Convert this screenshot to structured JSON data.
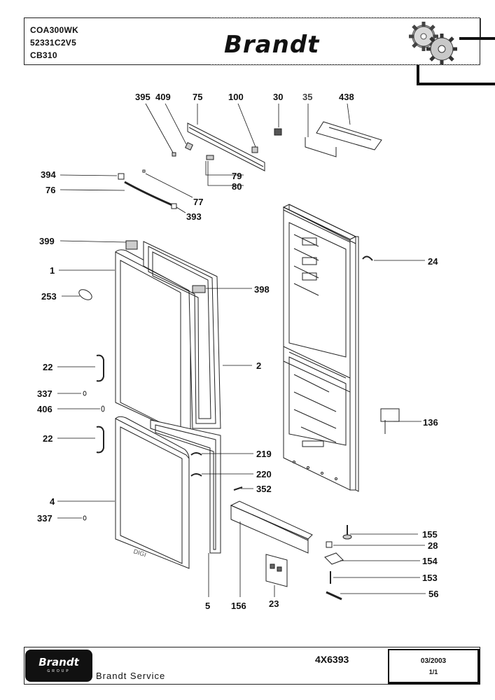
{
  "header": {
    "model_lines": [
      "COA300WK",
      "52331C2V5",
      "CB310"
    ],
    "brand": "Brandt"
  },
  "callouts": [
    {
      "id": "c395",
      "label": "395"
    },
    {
      "id": "c409",
      "label": "409"
    },
    {
      "id": "c75",
      "label": "75"
    },
    {
      "id": "c100",
      "label": "100"
    },
    {
      "id": "c30",
      "label": "30"
    },
    {
      "id": "c35",
      "label": "35"
    },
    {
      "id": "c438",
      "label": "438"
    },
    {
      "id": "c394",
      "label": "394"
    },
    {
      "id": "c79",
      "label": "79"
    },
    {
      "id": "c80",
      "label": "80"
    },
    {
      "id": "c76",
      "label": "76"
    },
    {
      "id": "c77",
      "label": "77"
    },
    {
      "id": "c393",
      "label": "393"
    },
    {
      "id": "c399",
      "label": "399"
    },
    {
      "id": "c24",
      "label": "24"
    },
    {
      "id": "c1",
      "label": "1"
    },
    {
      "id": "c398",
      "label": "398"
    },
    {
      "id": "c253",
      "label": "253"
    },
    {
      "id": "c22a",
      "label": "22"
    },
    {
      "id": "c2",
      "label": "2"
    },
    {
      "id": "c337a",
      "label": "337"
    },
    {
      "id": "c406",
      "label": "406"
    },
    {
      "id": "c136",
      "label": "136"
    },
    {
      "id": "c22b",
      "label": "22"
    },
    {
      "id": "c219",
      "label": "219"
    },
    {
      "id": "c220",
      "label": "220"
    },
    {
      "id": "c352",
      "label": "352"
    },
    {
      "id": "c4",
      "label": "4"
    },
    {
      "id": "c337b",
      "label": "337"
    },
    {
      "id": "c155",
      "label": "155"
    },
    {
      "id": "c28",
      "label": "28"
    },
    {
      "id": "c154",
      "label": "154"
    },
    {
      "id": "c153",
      "label": "153"
    },
    {
      "id": "c56",
      "label": "56"
    },
    {
      "id": "c5",
      "label": "5"
    },
    {
      "id": "c156",
      "label": "156"
    },
    {
      "id": "c23",
      "label": "23"
    }
  ],
  "footer": {
    "logo_main": "Brandt",
    "logo_sub": "GROUP",
    "service": "Brandt Service",
    "doc_number": "4X6393",
    "date": "03/2003",
    "page": "1/1"
  },
  "colors": {
    "ink": "#111111",
    "line": "#222222",
    "paper": "#ffffff"
  },
  "icons": {
    "gears": "gears-icon"
  }
}
